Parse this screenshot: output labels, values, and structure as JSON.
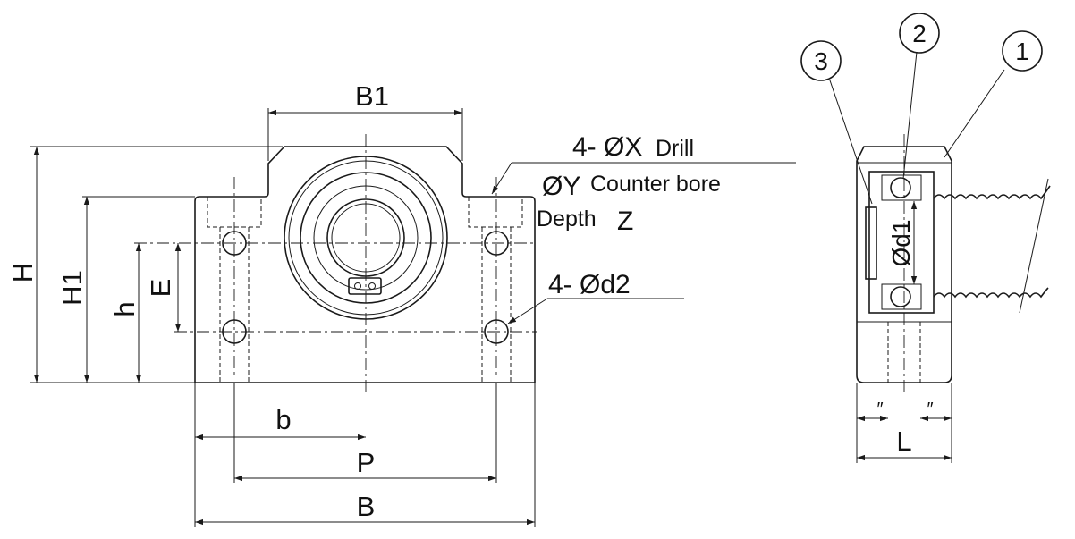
{
  "labels": {
    "B1": "B1",
    "H": "H",
    "H1": "H1",
    "h": "h",
    "E": "E",
    "b": "b",
    "P": "P",
    "B": "B",
    "L": "L",
    "d1": "Ød1",
    "quote_left": "″",
    "quote_right": "″"
  },
  "callouts": {
    "drill_line1_prefix": "4- ØX",
    "drill_line1_suffix": "Drill",
    "drill_line2_prefix": "ØY",
    "drill_line2_suffix": "Counter bore",
    "drill_line3_prefix": "Depth",
    "drill_line3_suffix": "Z",
    "holes": "4- Ød2"
  },
  "balloons": [
    "1",
    "2",
    "3"
  ]
}
